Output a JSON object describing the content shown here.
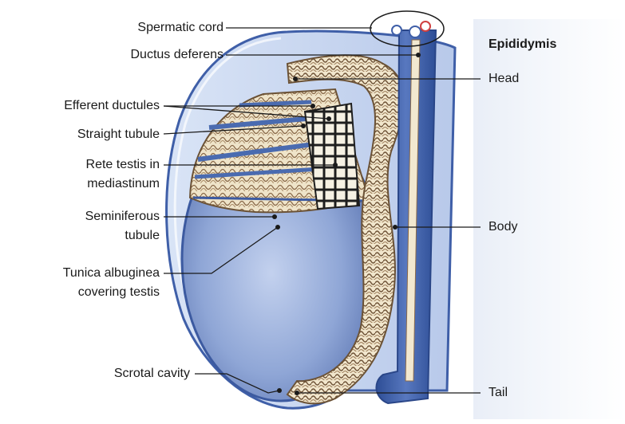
{
  "panel": {
    "title": "Epididymis"
  },
  "left_labels": {
    "spermatic_cord": "Spermatic cord",
    "ductus_deferens": "Ductus deferens",
    "efferent_ductules": "Efferent ductules",
    "straight_tubule": "Straight tubule",
    "rete_testis_line1": "Rete testis in",
    "rete_testis_line2": "mediastinum",
    "seminiferous_line1": "Seminiferous",
    "seminiferous_line2": "tubule",
    "tunica_line1": "Tunica albuginea",
    "tunica_line2": "covering testis",
    "scrotal_cavity": "Scrotal cavity"
  },
  "right_labels": {
    "head": "Head",
    "body": "Body",
    "tail": "Tail"
  },
  "colors": {
    "testis_blue": "#8fa8d8",
    "tunica_blue": "#4a6bb0",
    "tubule_cream": "#efe3c8",
    "tubule_brown": "#8a6a4a",
    "cord_blue": "#3f5fa8",
    "panel_bg": "#eef2f8"
  }
}
